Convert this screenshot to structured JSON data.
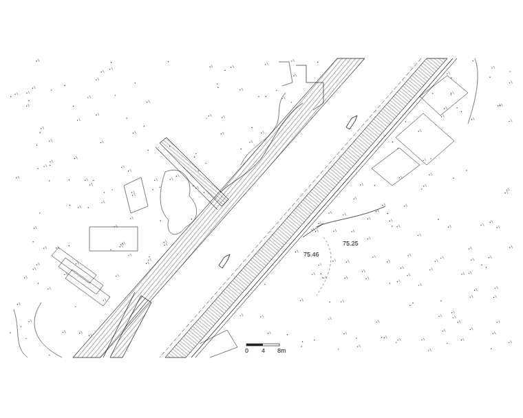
{
  "diagram": {
    "labels": [
      "0",
      "4",
      "8m",
      "75.25",
      "75.46"
    ]
  }
}
